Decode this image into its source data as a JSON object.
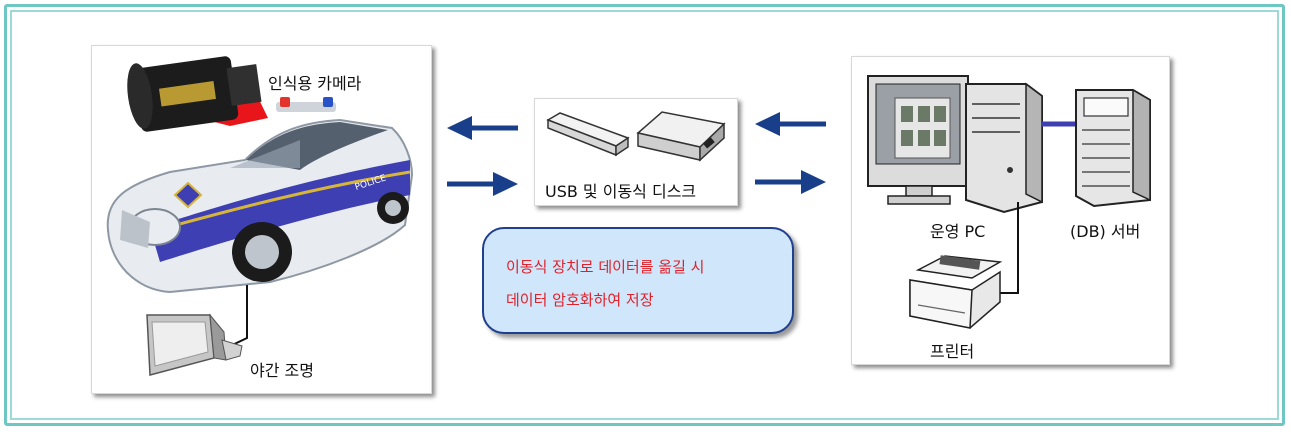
{
  "left_panel": {
    "camera_label": "인식용 카메라",
    "light_label": "야간 조명"
  },
  "middle_panel": {
    "storage_label": "USB 및 이동식 디스크"
  },
  "callout": {
    "line1": "이동식 장치로 데이터를 옮길 시",
    "line2": "데이터 암호화하여 저장"
  },
  "right_panel": {
    "pc_label": "운영 PC",
    "server_label": "(DB) 서버",
    "printer_label": "프린터"
  },
  "car": {
    "door_text": "POLICE"
  },
  "colors": {
    "arrow": "#1a3f8a",
    "frame": "#6fc7c4",
    "callout_border": "#1f3f8f",
    "callout_text": "#e0212a"
  }
}
